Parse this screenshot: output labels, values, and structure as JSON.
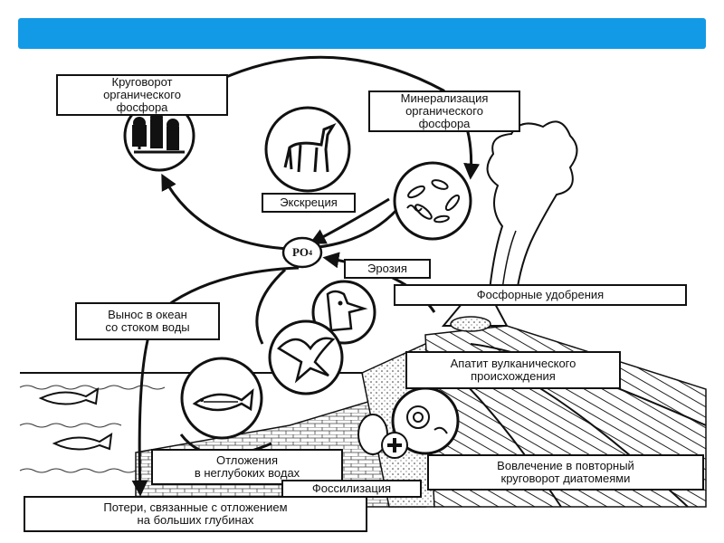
{
  "header": {
    "bar_color": "#139ae6"
  },
  "diagram": {
    "labels": {
      "organic_cycle": "Круговорот\nорганического\nфосфора",
      "mineralization": "Минерализация\nорганического\nфосфора",
      "excretion": "Экскреция",
      "phosphate": "PO",
      "phosphate_sub": "4",
      "erosion": "Эрозия",
      "fertilizers": "Фосфорные удобрения",
      "runoff": "Вынос в океан\nсо стоком воды",
      "apatite": "Апатит вулканического\nпроисхождения",
      "sediments": "Отложения\nв неглубоких водах",
      "fossilization": "Фоссилизация",
      "diatoms": "Вовлечение в повторный\nкруговорот диатомеями",
      "losses": "Потери, связанные с отложением\nна больших глубинах"
    },
    "icons": [
      "forest-icon",
      "deer-icon",
      "bacteria-icon",
      "bird-icon",
      "seabird-icon",
      "fish-icon",
      "volcano-icon",
      "diatom-icon"
    ]
  }
}
